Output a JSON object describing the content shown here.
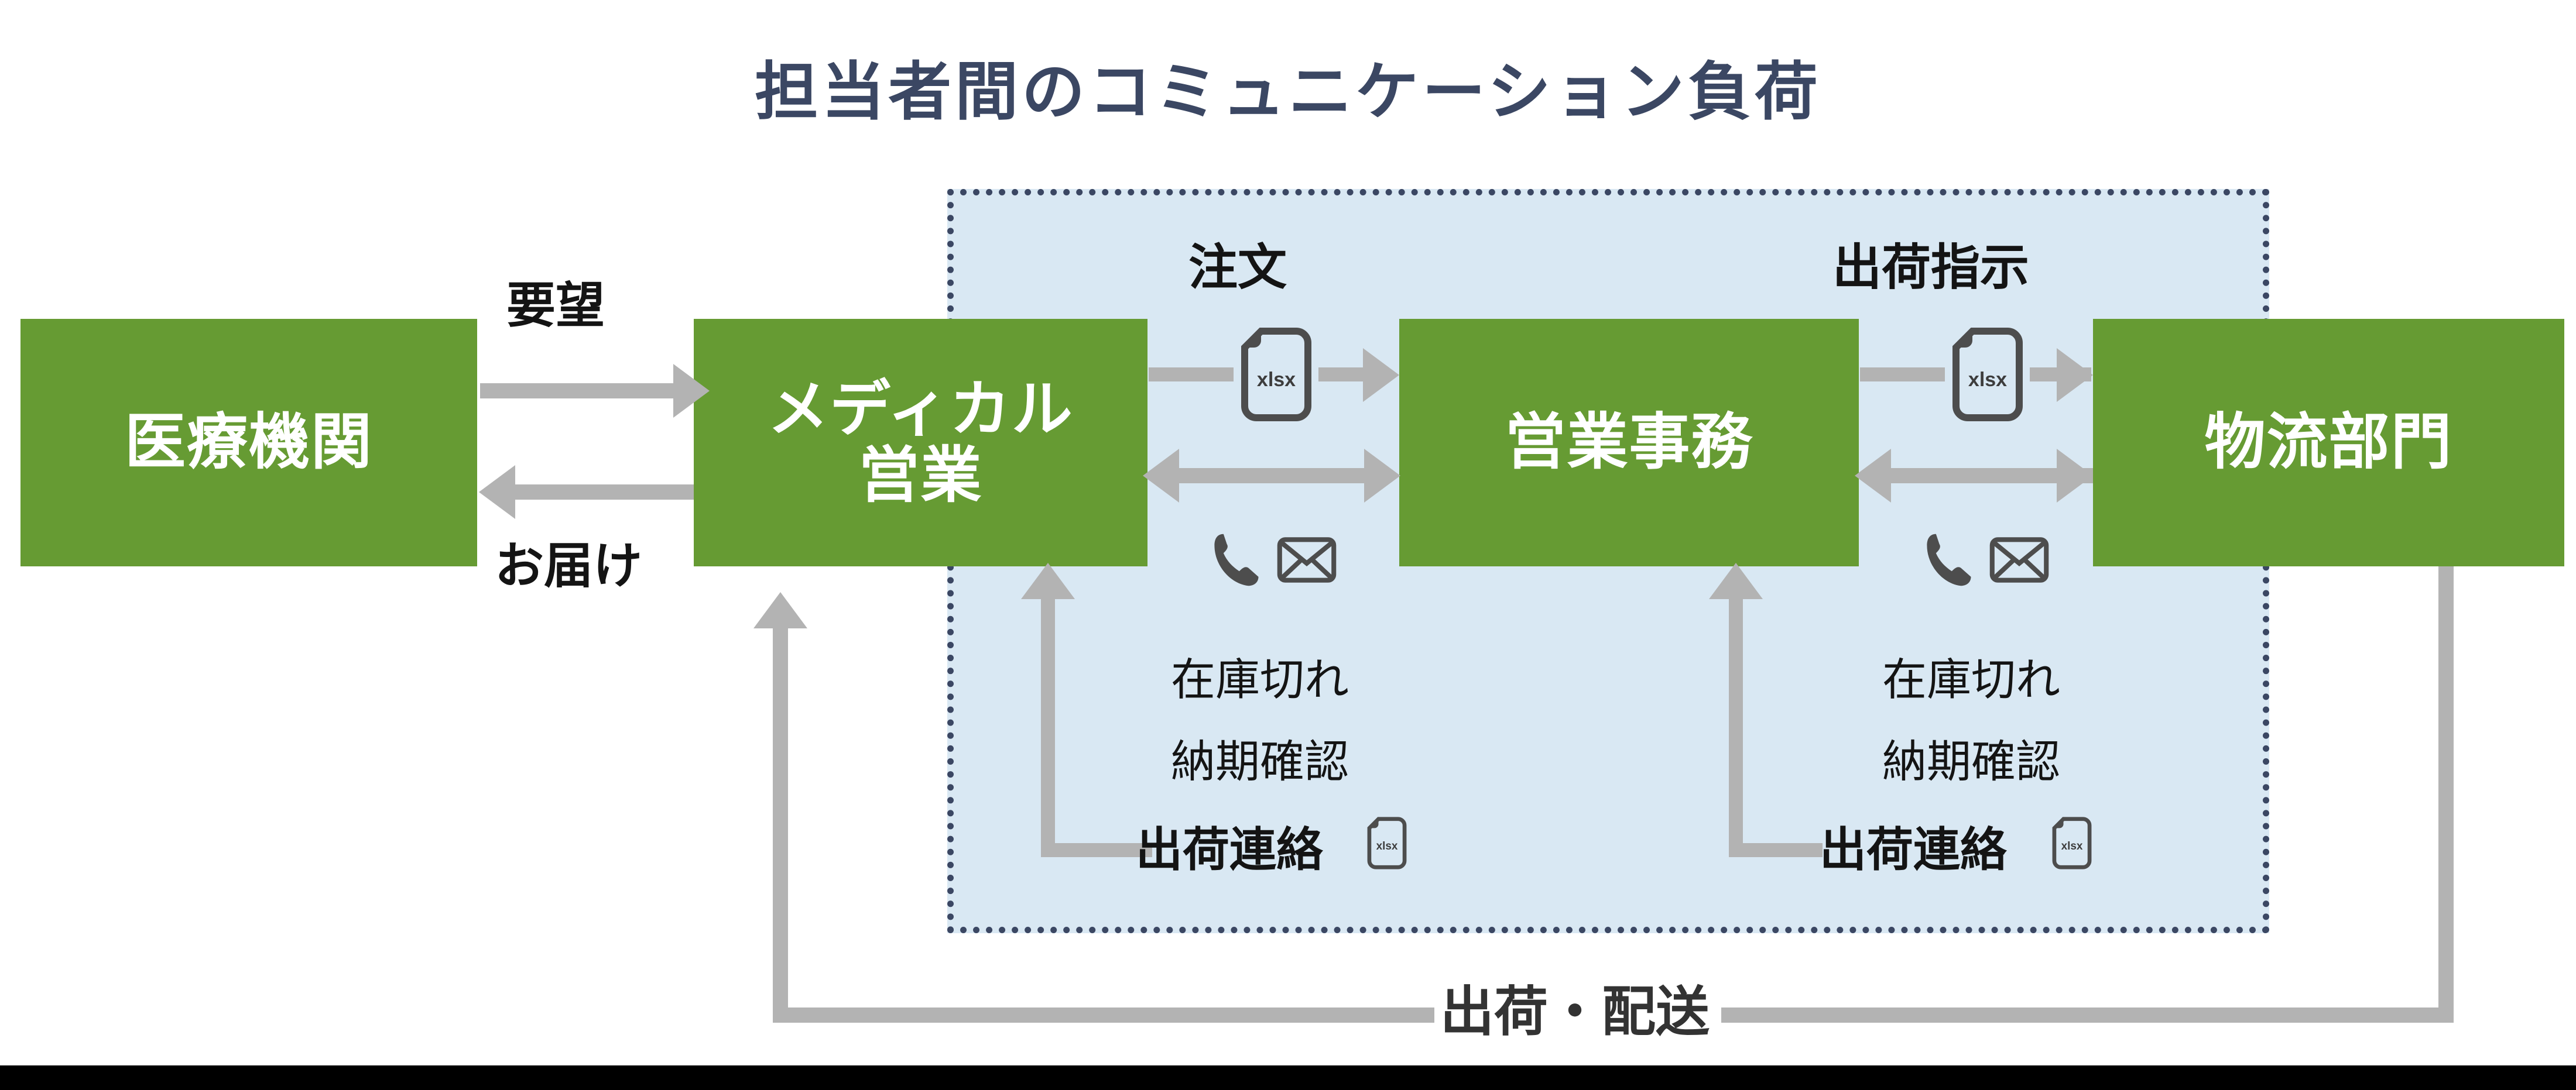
{
  "title": "担当者間のコミュニケーション負荷",
  "colors": {
    "title": "#3b4763",
    "department_box": "#669b33",
    "panel_fill": "#d9e8f3",
    "panel_border": "#3b4763",
    "arrow": "#b3b3b3",
    "icon": "#4d4d4d",
    "label_text": "#141414",
    "bottom_label_text": "#333333"
  },
  "departments": [
    {
      "id": "medical-institution",
      "label": "医療機関"
    },
    {
      "id": "medical-sales",
      "label_line1": "メディカル",
      "label_line2": "営業"
    },
    {
      "id": "sales-admin",
      "label": "営業事務"
    },
    {
      "id": "logistics",
      "label": "物流部門"
    }
  ],
  "flows": {
    "request": {
      "label": "要望",
      "from": "医療機関",
      "to": "メディカル営業",
      "direction": "right"
    },
    "delivery": {
      "label": "お届け",
      "from": "メディカル営業",
      "to": "医療機関",
      "direction": "left"
    },
    "order": {
      "label": "注文",
      "from": "メディカル営業",
      "to": "営業事務",
      "direction": "right",
      "attachment": "xlsx"
    },
    "shipping_instr": {
      "label": "出荷指示",
      "from": "営業事務",
      "to": "物流部門",
      "direction": "right",
      "attachment": "xlsx"
    },
    "inquiry_left": {
      "line1": "在庫切れ",
      "line2": "納期確認",
      "direction": "bidirectional",
      "channels": [
        "phone-icon",
        "mail-icon"
      ]
    },
    "inquiry_right": {
      "line1": "在庫切れ",
      "line2": "納期確認",
      "direction": "bidirectional",
      "channels": [
        "phone-icon",
        "mail-icon"
      ]
    },
    "ship_notice_left": {
      "label": "出荷連絡",
      "attachment": "xlsx",
      "to": "メディカル営業",
      "direction": "up"
    },
    "ship_notice_right": {
      "label": "出荷連絡",
      "attachment": "xlsx",
      "to": "営業事務",
      "direction": "up"
    },
    "ship_and_deliver": {
      "label": "出荷・配送",
      "from": "物流部門",
      "to": "メディカル営業",
      "direction": "up"
    }
  },
  "icons": {
    "xlsx_text": "xlsx"
  }
}
